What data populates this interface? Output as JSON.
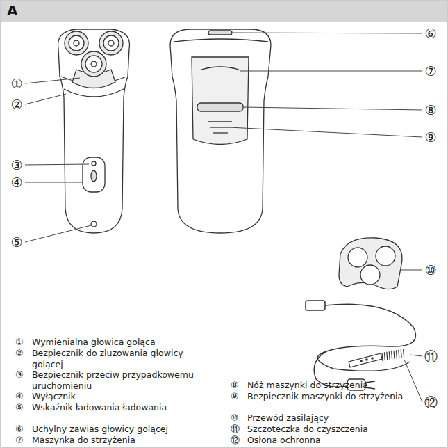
{
  "diagram": {
    "title": "A",
    "labels": [
      "①",
      "②",
      "③",
      "④",
      "⑤",
      "⑥",
      "⑦",
      "⑧",
      "⑨",
      "⑩",
      "⑪",
      "⑫",
      "①",
      "Wymienialna głowica goląca",
      "②",
      "Bezpiecznik do zluzowania głowicy golącej",
      "③",
      "Bezpiecznik przeciw przypadkowemu uruchomieniu",
      "④",
      "Wyłącznik",
      "⑤",
      "Wskaźnik ładowania ładowania",
      "⑥",
      "Uchylny zawias głowicy golącej",
      "⑦",
      "Maszynka do strzyżenia",
      "⑧",
      "Nóż maszynki do strzyżenia",
      "⑨",
      "Bezpiecznik maszynki do strzyżenia",
      "⑩",
      "Przewód zasilający",
      "⑪",
      "Szczoteczka do czyszczenia",
      "⑫",
      "Osłona ochronna"
    ]
  }
}
